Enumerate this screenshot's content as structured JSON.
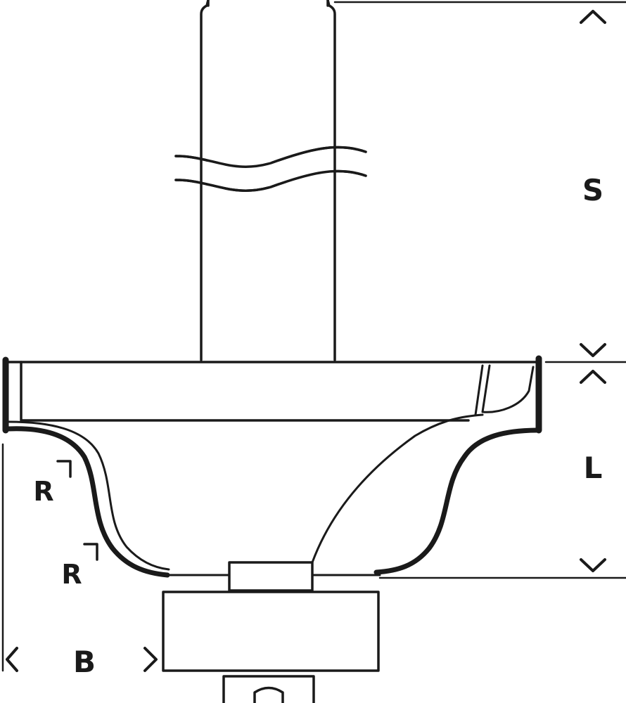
{
  "labels": {
    "shank": "S",
    "cutting_length": "L",
    "width": "B",
    "radius_upper": "R",
    "radius_lower": "R"
  },
  "colors": {
    "line": "#1a1a1a",
    "background": "#ffffff"
  }
}
